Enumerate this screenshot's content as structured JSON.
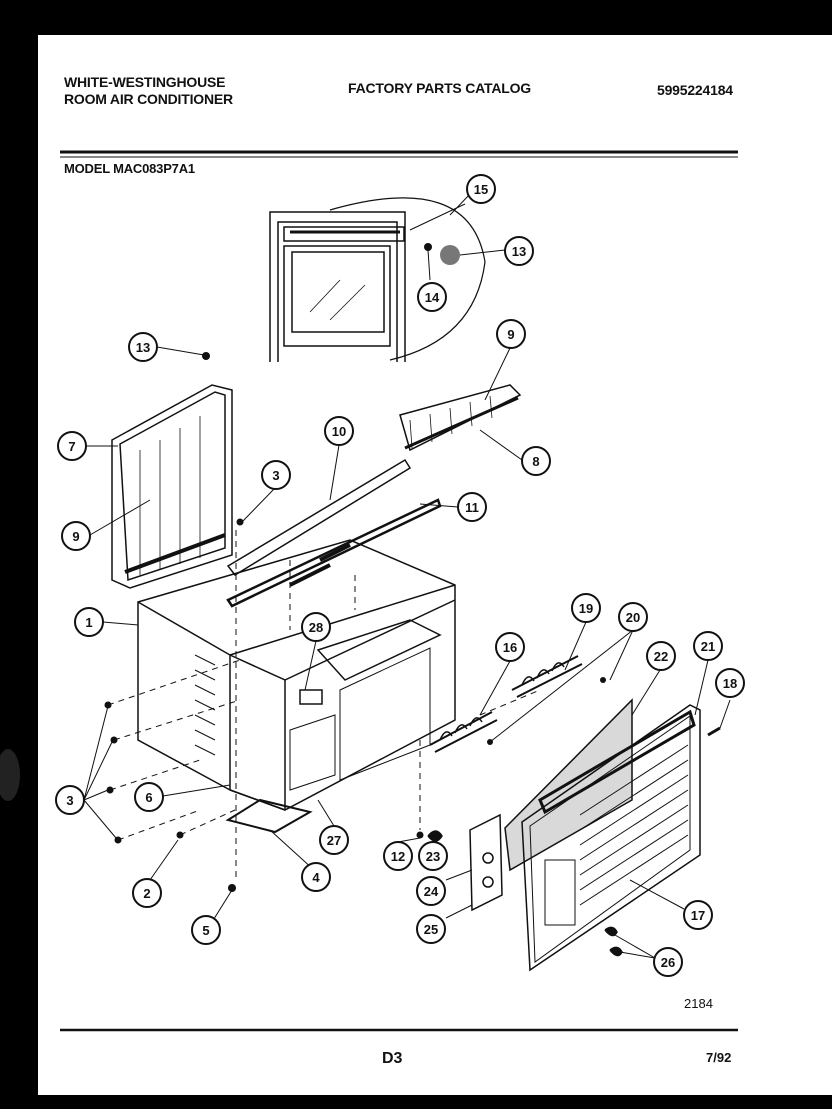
{
  "header": {
    "brand_line1": "WHITE-WESTINGHOUSE",
    "brand_line2": "ROOM AIR CONDITIONER",
    "catalog_title": "FACTORY PARTS CATALOG",
    "catalog_number": "5995224184",
    "model_label": "MODEL MAC083P7A1"
  },
  "callouts": [
    "15",
    "13",
    "14",
    "9",
    "13",
    "7",
    "9",
    "8",
    "3",
    "10",
    "11",
    "1",
    "28",
    "19",
    "20",
    "16",
    "22",
    "21",
    "18",
    "3",
    "6",
    "2",
    "5",
    "4",
    "27",
    "12",
    "23",
    "24",
    "25",
    "17",
    "26"
  ],
  "footer": {
    "diagram_code": "2184",
    "page_code": "D3",
    "date_code": "7/92"
  },
  "colors": {
    "paper": "#ffffff",
    "ink": "#111111",
    "border": "#000000"
  }
}
